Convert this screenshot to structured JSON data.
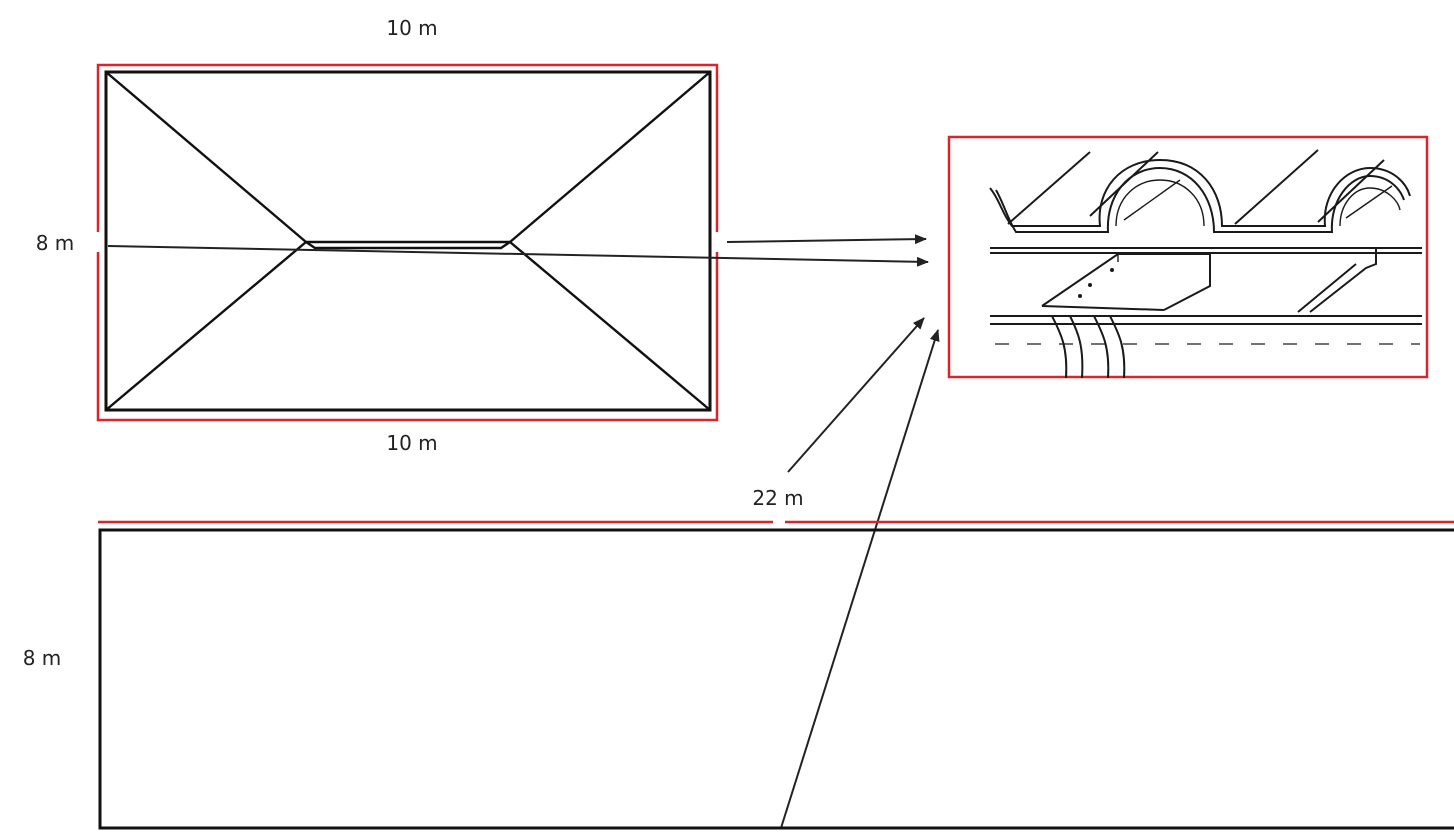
{
  "roof_plan": {
    "top_width_label": "10 m",
    "bottom_width_label": "10 m",
    "depth_label": "8 m"
  },
  "wall_elevation": {
    "length_label": "22 m",
    "height_label": "8 m"
  },
  "colors": {
    "dimension_line": "#d9262c",
    "outline": "#111111",
    "arrow": "#222222"
  },
  "detail_illustration": {
    "description_icon": "roof-tile-cross-section-icon"
  }
}
